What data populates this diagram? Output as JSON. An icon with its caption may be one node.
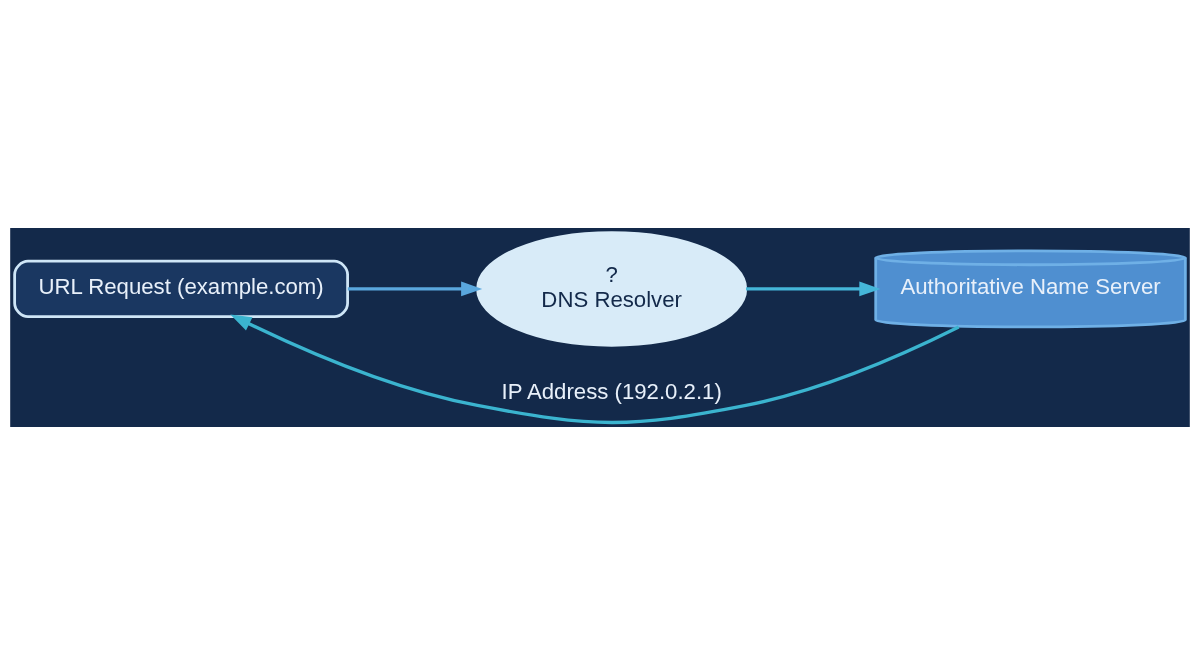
{
  "diagram": {
    "nodes": [
      {
        "text": [
          "URL Request (example.com)"
        ]
      },
      {
        "text": [
          "?",
          "DNS Resolver"
        ]
      },
      {
        "text": [
          "Authoritative Name Server"
        ]
      }
    ],
    "edges": [
      {
        "from": 0,
        "to": 1,
        "arrow": "to",
        "color": "#5aa7de"
      },
      {
        "from": 1,
        "to": 2,
        "arrow": "to",
        "color": "#45b6d9"
      },
      {
        "from": 2,
        "to": 0,
        "arrow": "to",
        "label": "IP Address (192.0.2.1)",
        "color": "#3bb4cf"
      }
    ]
  }
}
